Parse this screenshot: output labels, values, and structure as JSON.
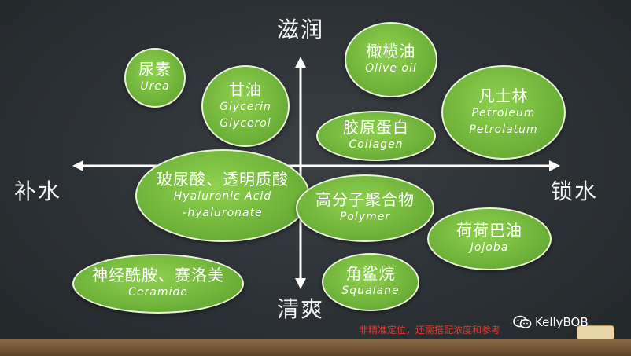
{
  "axes": {
    "top": "滋润",
    "bottom": "清爽",
    "left": "补水",
    "right": "锁水"
  },
  "bubbles": [
    {
      "cn": "尿素",
      "en": [
        "Urea"
      ]
    },
    {
      "cn": "甘油",
      "en": [
        "Glycerin",
        "Glycerol"
      ]
    },
    {
      "cn": "橄榄油",
      "en": [
        "Olive oil"
      ]
    },
    {
      "cn": "凡士林",
      "en": [
        "Petroleum",
        "Petrolatum"
      ]
    },
    {
      "cn": "胶原蛋白",
      "en": [
        "Collagen"
      ]
    },
    {
      "cn": "玻尿酸、透明质酸",
      "en": [
        "Hyaluronic Acid",
        "-hyaluronate"
      ]
    },
    {
      "cn": "高分子聚合物",
      "en": [
        "Polymer"
      ]
    },
    {
      "cn": "荷荷巴油",
      "en": [
        "Jojoba"
      ]
    },
    {
      "cn": "神经酰胺、赛洛美",
      "en": [
        "Ceramide"
      ]
    },
    {
      "cn": "角鲨烷",
      "en": [
        "Squalane"
      ]
    }
  ],
  "note": "非精准定位，还需搭配浓度和参考",
  "brand": "KellyBOB",
  "colors": {
    "bubble": "#6fb33a",
    "board": "#2c3135",
    "note": "#e0382a"
  }
}
